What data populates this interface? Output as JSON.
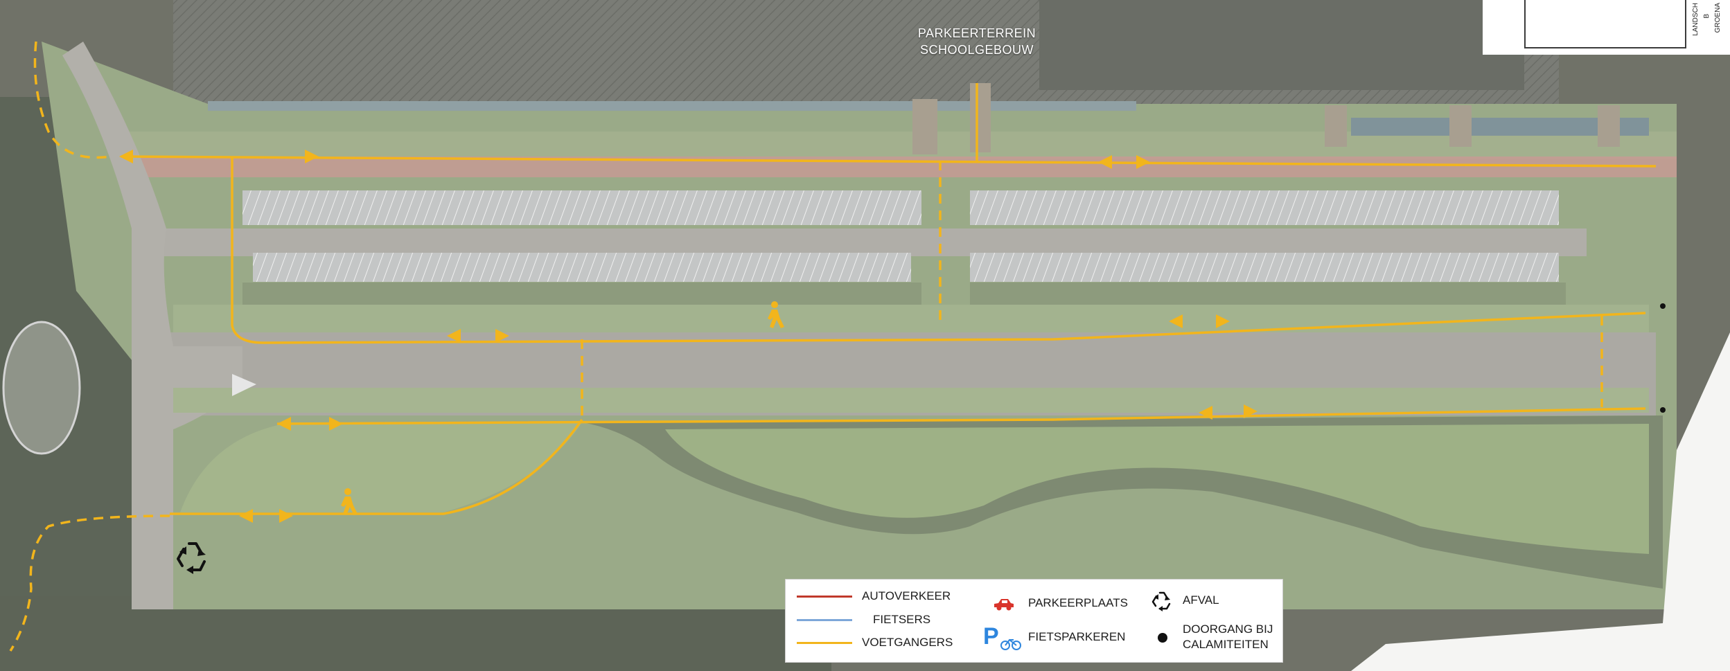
{
  "map": {
    "parking_label_line1": "PARKEERTERREIN",
    "parking_label_line2": "SCHOOLGEBOUW"
  },
  "title_block": {
    "fragment_1": "LANDSCH",
    "fragment_2": "B",
    "fragment_3": "GROENA"
  },
  "legend": {
    "items": [
      {
        "label": "AUTOVERKEER",
        "color": "#c0392b",
        "symbol": "line"
      },
      {
        "label": "FIETSERS",
        "color": "#7da7d9",
        "symbol": "line"
      },
      {
        "label": "VOETGANGERS",
        "color": "#f2b51c",
        "symbol": "line"
      },
      {
        "label": "PARKEERPLAATS",
        "color": "#d9342b",
        "symbol": "car-icon"
      },
      {
        "label": "FIETSPARKEREN",
        "color": "#2e86de",
        "symbol": "bike-parking-icon"
      },
      {
        "label": "AFVAL",
        "color": "#111111",
        "symbol": "recycle-icon"
      },
      {
        "label": "DOORGANG BIJ",
        "color": "#111111",
        "symbol": "dot"
      },
      {
        "label": "CALAMITEITEN",
        "color": "#111111",
        "symbol": "none"
      }
    ]
  },
  "colors": {
    "pedestrian_route": "#f2b51c",
    "car_route": "#c0392b",
    "cycle_route": "#7da7d9",
    "grass": "#94a781",
    "paving": "#a9a8a2"
  }
}
